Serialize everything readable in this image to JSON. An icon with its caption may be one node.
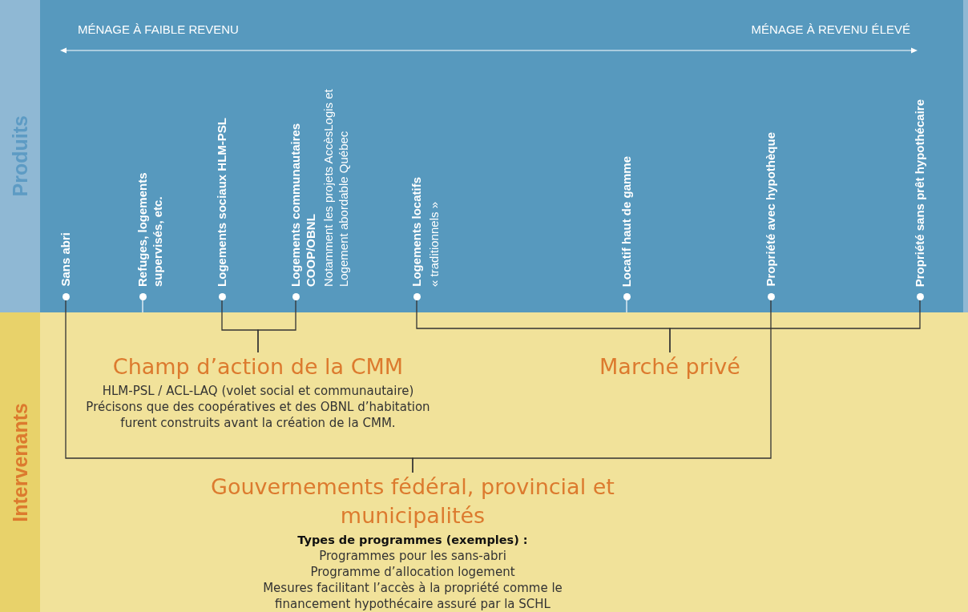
{
  "diagram": {
    "nodes": [
      {
        "text": [
          "Produits"
        ]
      },
      {
        "text": [
          "Intervenants"
        ]
      },
      {
        "text": [
          "Sans abri"
        ]
      },
      {
        "text": [
          "Refuges, logements supervisés, etc."
        ]
      },
      {
        "text": [
          "Logements sociaux HLM-PSL"
        ]
      },
      {
        "text": [
          "Logements communautaires COOP/OBNL",
          "Notamment les projets AccèsLogis et Logement abordable Québec"
        ]
      },
      {
        "text": [
          "Logements locatifs",
          "« traditionnels »"
        ]
      },
      {
        "text": [
          "Locatif haut de gamme"
        ]
      },
      {
        "text": [
          "Propriété avec hypothèque"
        ]
      },
      {
        "text": [
          "Propriété sans prêt hypothécaire"
        ]
      },
      {
        "text": [
          "Champ d’action de la CMM",
          "HLM-PSL / ACL-LAQ (volet social et communautaire)",
          "Précisons que des coopératives et des OBNL d’habitation furent construits avant la création de la CMM."
        ]
      },
      {
        "text": [
          "Marché privé"
        ]
      },
      {
        "text": [
          "Gouvernements fédéral, provincial et municipalités",
          "Types de programmes (exemples) :",
          "Programmes pour les sans-abri",
          "Programme d’allocation logement",
          "Mesures facilitant l’accès à la propriété comme le financement hypothécaire assuré par la SCHL"
        ]
      }
    ],
    "edges": [
      {
        "from": 4,
        "to": 10,
        "arrow": "none"
      },
      {
        "from": 5,
        "to": 10,
        "arrow": "none"
      },
      {
        "from": 6,
        "to": 11,
        "arrow": "none"
      },
      {
        "from": 9,
        "to": 11,
        "arrow": "none"
      },
      {
        "from": 2,
        "to": 12,
        "arrow": "none"
      },
      {
        "from": 8,
        "to": 12,
        "arrow": "none"
      }
    ],
    "labels": [
      "MÉNAGE À FAIBLE REVENU",
      "MÉNAGE À REVENU ÉLEVÉ"
    ]
  }
}
